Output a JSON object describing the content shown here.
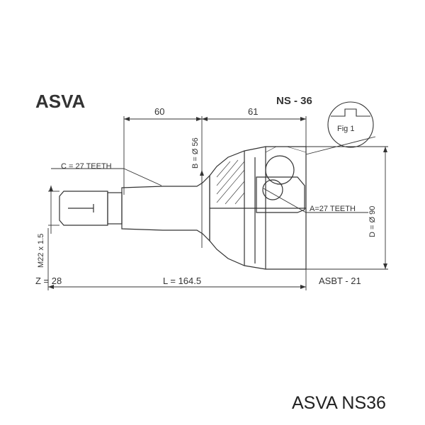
{
  "header": {
    "brand": "ASVA",
    "part_code": "NS - 36"
  },
  "dimensions": {
    "left_length": "60",
    "right_length": "61",
    "shaft_spline": "C = 27 TEETH",
    "shaft_diameter": "B = Ø 56",
    "inner_spline": "A=27 TEETH",
    "outer_diameter": "D = Ø 90",
    "thread": "M22 x 1.5",
    "z_teeth": "Z = 28",
    "total_length": "L = 164.5",
    "boot_code": "ASBT - 21"
  },
  "figure_label": "Fig 1",
  "footer": {
    "caption": "ASVA NS36"
  },
  "colors": {
    "line": "#333333",
    "text": "#333333"
  }
}
